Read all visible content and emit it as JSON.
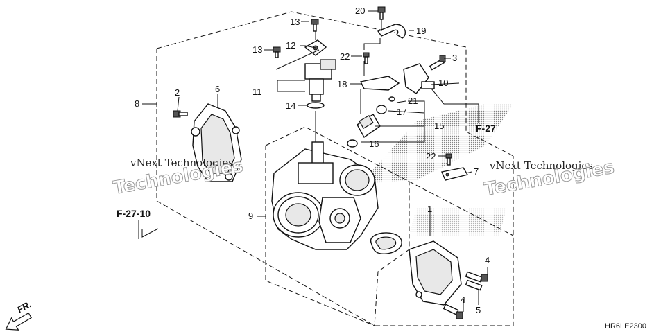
{
  "callouts": {
    "c1": "1",
    "c2": "2",
    "c3": "3",
    "c4a": "4",
    "c4b": "4",
    "c5": "5",
    "c6": "6",
    "c7": "7",
    "c8": "8",
    "c9": "9",
    "c10": "10",
    "c11": "11",
    "c12": "12",
    "c13a": "13",
    "c13b": "13",
    "c14": "14",
    "c15": "15",
    "c16": "16",
    "c17": "17",
    "c18": "18",
    "c19": "19",
    "c20": "20",
    "c21": "21",
    "c22a": "22",
    "c22b": "22"
  },
  "refs": {
    "f27": "F-27",
    "f2710": "F-27-10",
    "front": "FR."
  },
  "watermark": {
    "line1": "vNext Technologies",
    "line2": "Technologies"
  },
  "diagram_code": "HR6LE2300",
  "colors": {
    "ink": "#111111",
    "watermark": "#999999"
  }
}
